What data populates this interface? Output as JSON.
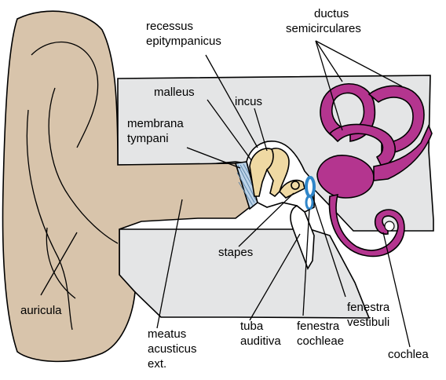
{
  "colors": {
    "skin": "#d8c4ab",
    "bone_wall": "#e4e5e6",
    "ossicle": "#efd9a3",
    "labyrinth": "#b4358f",
    "window": "#2f86c9",
    "drum": "#bcd3e8",
    "outline": "#000000"
  },
  "labels": {
    "recessus": [
      "recessus",
      "epitympanicus"
    ],
    "ductus": [
      "ductus",
      "semicirculares"
    ],
    "malleus": [
      "malleus"
    ],
    "incus": [
      "incus"
    ],
    "membrana": [
      "membrana",
      "tympani"
    ],
    "stapes": [
      "stapes"
    ],
    "auricula": [
      "auricula"
    ],
    "meatus": [
      "meatus",
      "acusticus",
      "ext."
    ],
    "tuba": [
      "tuba",
      "auditiva"
    ],
    "fen_cochleae": [
      "fenestra",
      "cochleae"
    ],
    "fen_vestibuli": [
      "fenestra",
      "vestibuli"
    ],
    "cochlea": [
      "cochlea"
    ]
  }
}
